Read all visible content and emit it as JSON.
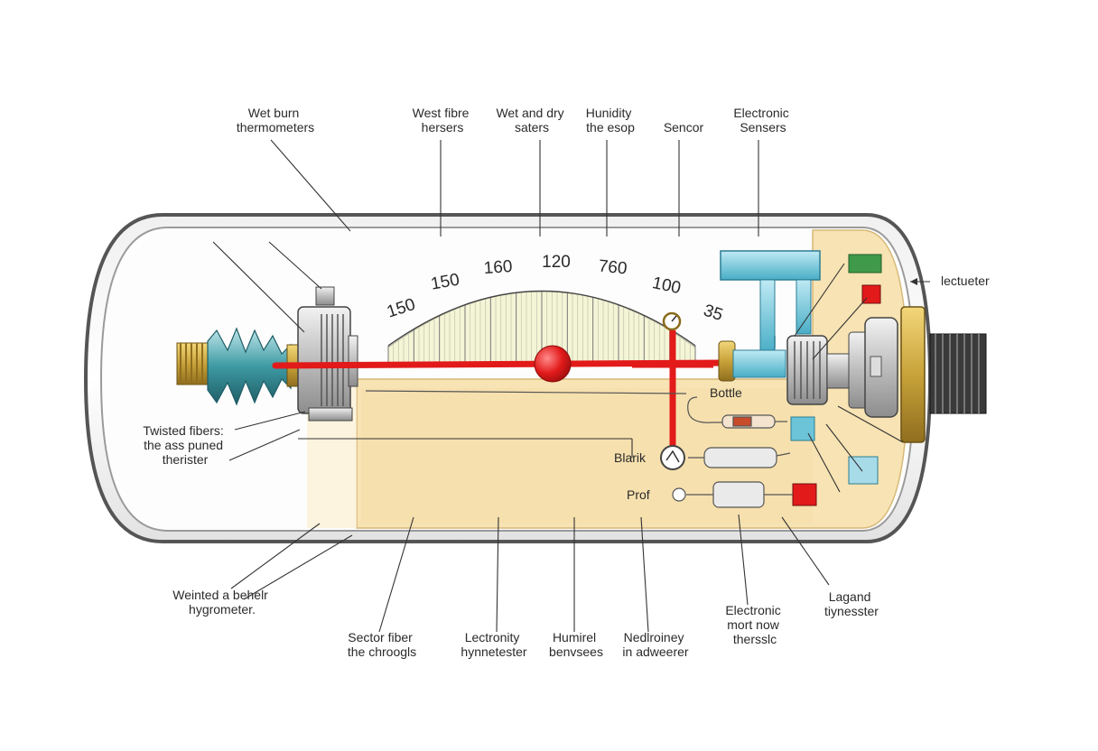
{
  "callouts": {
    "top": [
      {
        "lines": [
          "Wet burn",
          "thermometers"
        ]
      },
      {
        "lines": [
          "West fibre",
          "hersers"
        ]
      },
      {
        "lines": [
          "Wet and dry",
          "saters"
        ]
      },
      {
        "lines": [
          "Hunidity",
          "the esop"
        ]
      },
      {
        "lines": [
          "Sencor"
        ]
      },
      {
        "lines": [
          "Electronic",
          "Sensers"
        ]
      }
    ],
    "left": [
      {
        "lines": [
          "Twisted fibers:",
          "the ass puned",
          "therister"
        ]
      }
    ],
    "right": [
      {
        "lines": [
          "lectueter"
        ]
      }
    ],
    "bottom": [
      {
        "lines": [
          "Weinted a behelr",
          "hygrometer."
        ]
      },
      {
        "lines": [
          "Sector fiber",
          "the chroogls"
        ]
      },
      {
        "lines": [
          "Lectronity",
          "hynnetester"
        ]
      },
      {
        "lines": [
          "Humirel",
          "benvsees"
        ]
      },
      {
        "lines": [
          "Nedlroiney",
          "in adweerer"
        ]
      },
      {
        "lines": [
          "Electronic",
          "mort now",
          "thersslc"
        ]
      },
      {
        "lines": [
          "Lagand",
          "tiynesster"
        ]
      }
    ],
    "inner": [
      {
        "text": "Bottle"
      },
      {
        "text": "Blarik"
      },
      {
        "text": "Prof"
      }
    ]
  },
  "scale": {
    "tick_labels": [
      "150",
      "150",
      "160",
      "120",
      "760",
      "100",
      "35"
    ]
  },
  "colors": {
    "pointer": "#e21a1a",
    "panel": "#f7e3b3",
    "dial_fill": "#f4f5d6",
    "bellows": "#3d9aa3",
    "duct": "#6cc4d8",
    "brass": "#c8a23a",
    "casing": "#9a9a9a"
  },
  "icons": [
    "gear-icon",
    "bellows-icon",
    "pointer-icon",
    "gauge-icon",
    "sensor-icon",
    "connector-icon"
  ]
}
